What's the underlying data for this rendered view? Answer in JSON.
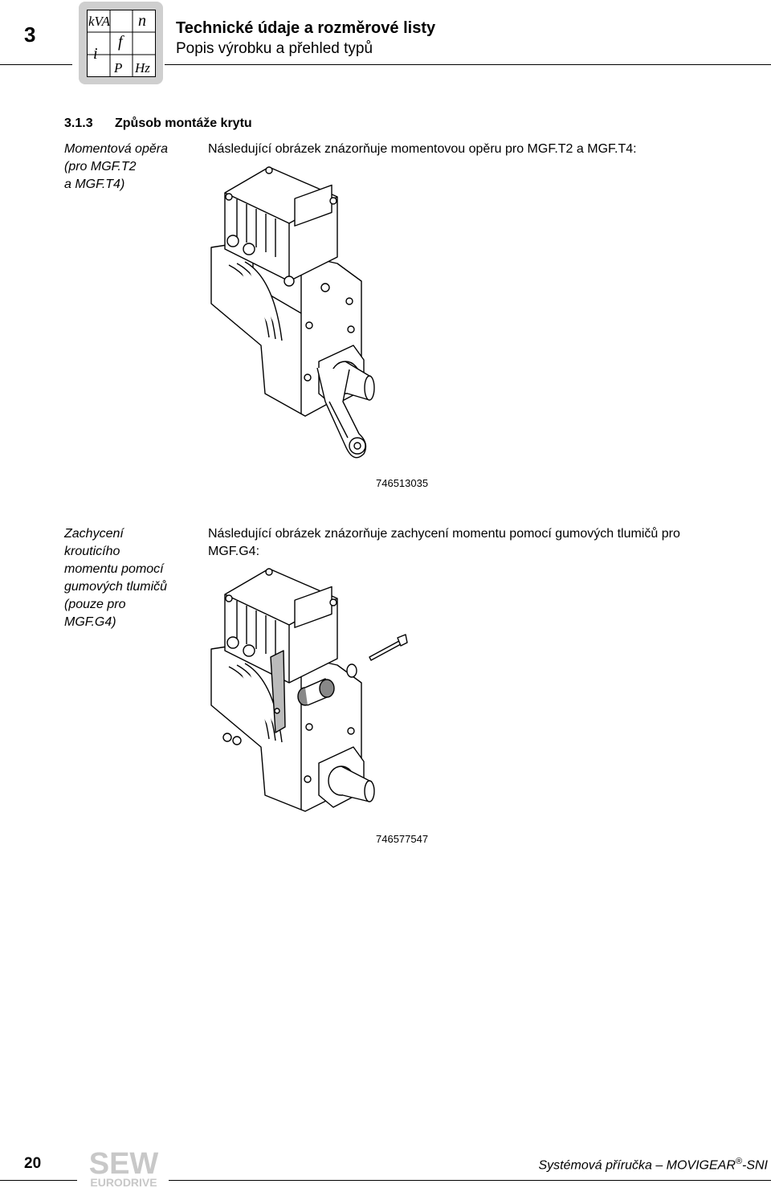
{
  "header": {
    "chapter": "3",
    "logo_symbols": [
      "kVA",
      "n",
      "f",
      "i",
      "P",
      "Hz"
    ],
    "title": "Technické údaje a rozměrové listy",
    "subtitle": "Popis výrobku a přehled typů"
  },
  "section": {
    "number": "3.1.3",
    "title": "Způsob montáže krytu"
  },
  "block1": {
    "side_lines": [
      "Momentová opěra",
      "(pro MGF.T2",
      "a MGF.T4)"
    ],
    "text": "Následující obrázek znázorňuje momentovou opěru pro MGF.T2 a MGF.T4:",
    "figure_id": "746513035"
  },
  "block2": {
    "side_lines": [
      "Zachycení",
      "krouticího",
      "momentu pomocí",
      "gumových tlumičů",
      "(pouze pro",
      "MGF.G4)"
    ],
    "text_lines": [
      "Následující obrázek znázorňuje zachycení momentu pomocí gumových tlumičů pro",
      "MGF.G4:"
    ],
    "figure_id": "746577547"
  },
  "footer": {
    "page": "20",
    "logo_top": "SEW",
    "logo_bottom": "EURODRIVE",
    "doc_prefix": "Systémová příručka – MOVIGEAR",
    "reg_mark": "®",
    "doc_suffix": "-SNI"
  }
}
